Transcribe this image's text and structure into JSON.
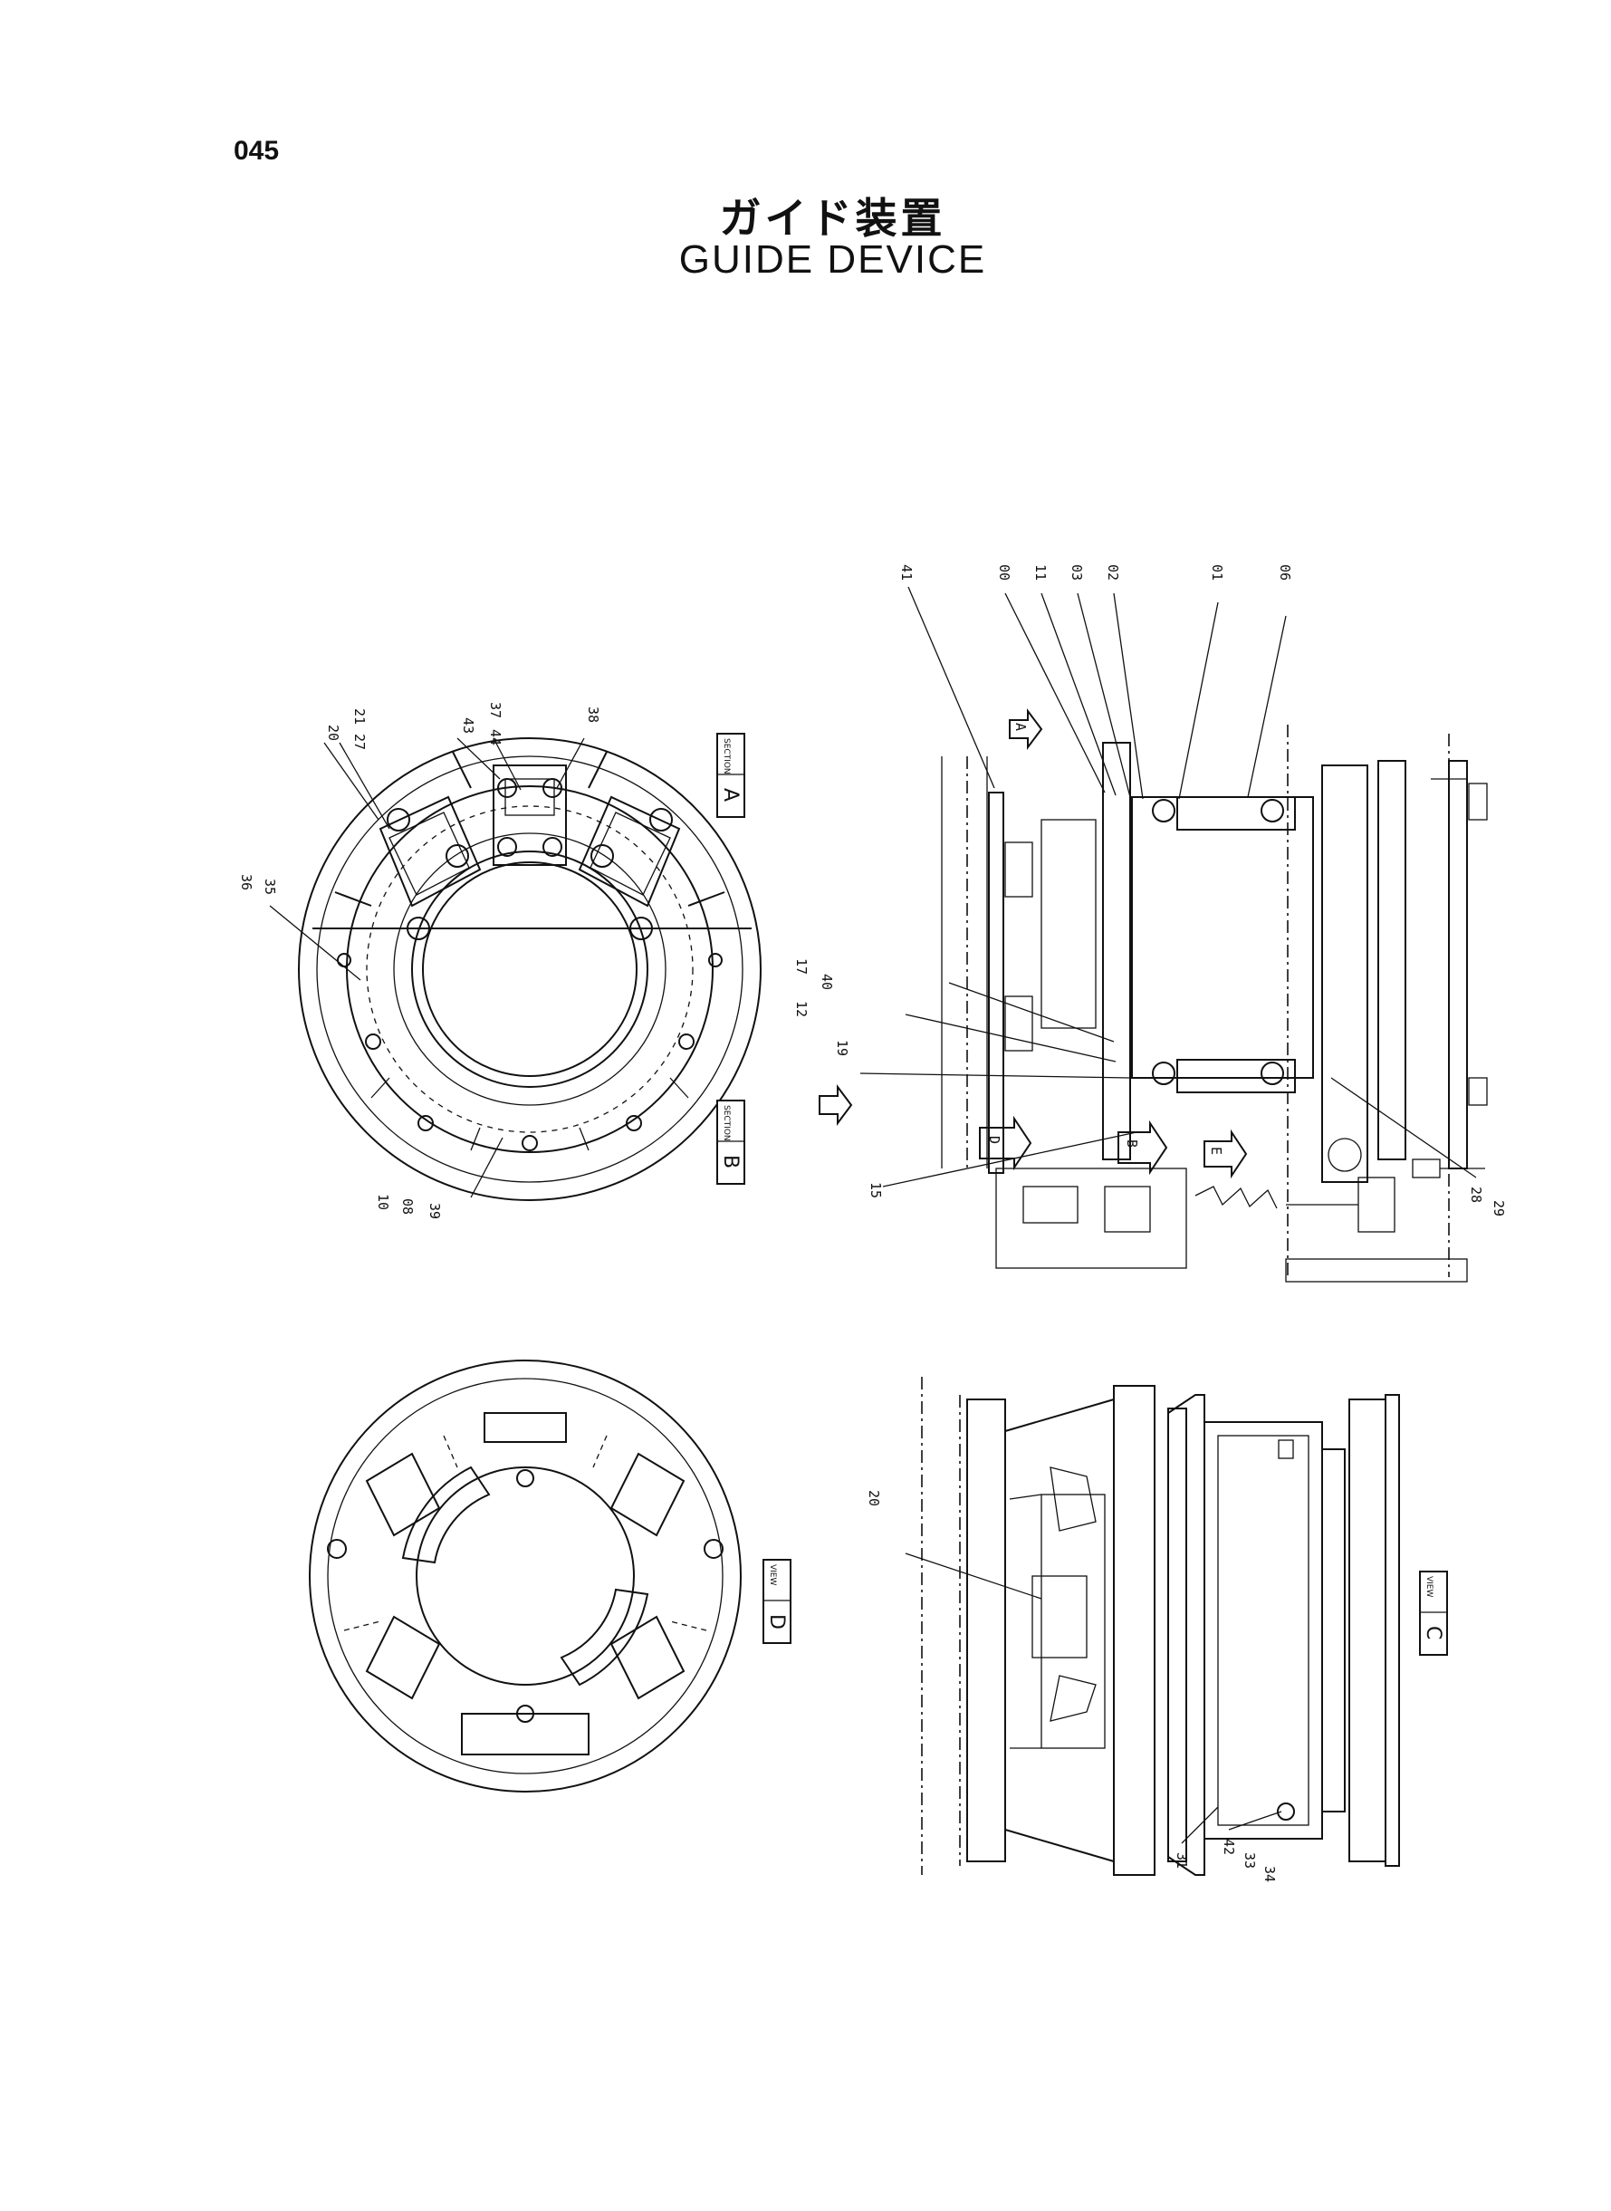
{
  "page_number": "045",
  "title_jp": "ガイド装置",
  "title_en": "GUIDE DEVICE",
  "section_labels": {
    "a": {
      "letter": "A",
      "word": "SECTION"
    },
    "b": {
      "letter": "B",
      "word": "SECTION"
    },
    "c": {
      "letter": "C",
      "word": "VIEW"
    },
    "d": {
      "letter": "D",
      "word": "VIEW"
    }
  },
  "section_a_callouts": [
    "20",
    "21",
    "27",
    "43",
    "37",
    "44",
    "38",
    "36",
    "35"
  ],
  "section_b_callouts": [
    "10",
    "08",
    "39"
  ],
  "side_section_callouts": [
    "41",
    "00",
    "11",
    "03",
    "02",
    "01",
    "06",
    "17",
    "40",
    "12",
    "19",
    "15",
    "28",
    "29"
  ],
  "view_c_callouts": [
    "20",
    "31",
    "42",
    "33",
    "34"
  ],
  "arrow_markers": [
    "A",
    "B",
    "D",
    "E"
  ]
}
